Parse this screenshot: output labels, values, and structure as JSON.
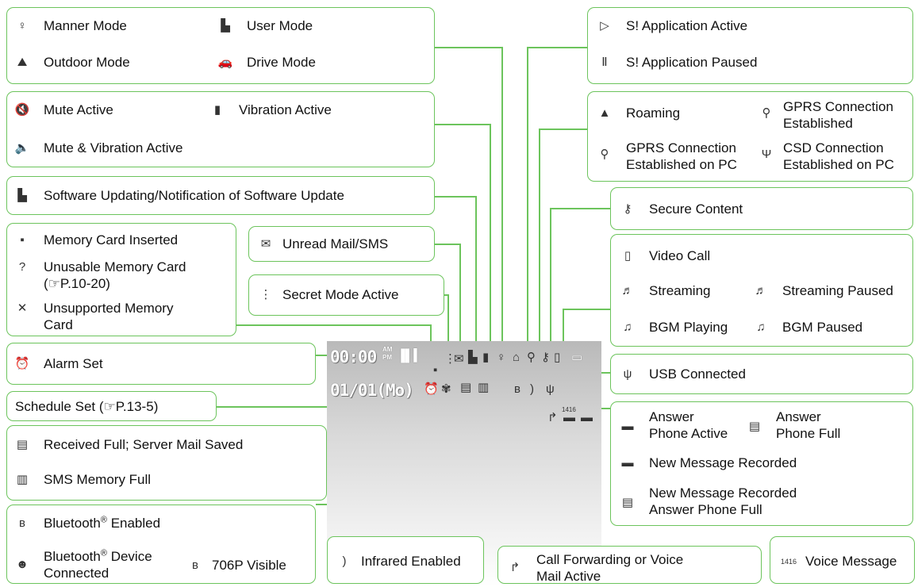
{
  "screen": {
    "time": "00:00",
    "ampm_top": "AM",
    "ampm_bottom": "PM",
    "date": "01/01(Mo)",
    "voicemail_count": "1416"
  },
  "groups": {
    "modes": {
      "manner": "Manner Mode",
      "user": "User Mode",
      "outdoor": "Outdoor Mode",
      "drive": "Drive Mode"
    },
    "mute": {
      "mute": "Mute Active",
      "vibration": "Vibration Active",
      "mute_vibration": "Mute & Vibration Active"
    },
    "software": {
      "update": "Software Updating/Notification of Software Update"
    },
    "memory": {
      "inserted": "Memory Card Inserted",
      "unusable": "Unusable Memory Card",
      "unusable_ref": "P.10-20",
      "unsupported": "Unsupported Memory Card"
    },
    "unread": {
      "label": "Unread Mail/SMS"
    },
    "secret": {
      "label": "Secret Mode Active"
    },
    "alarm": {
      "label": "Alarm Set"
    },
    "schedule": {
      "label": "Schedule Set",
      "ref": "P.13-5"
    },
    "mailfull": {
      "received": "Received Full; Server Mail Saved",
      "sms": "SMS Memory Full"
    },
    "bluetooth": {
      "enabled": "Bluetooth",
      "enabled_suffix": "Enabled",
      "device": "Bluetooth",
      "device_suffix": "Device",
      "device_line2": "Connected",
      "visible": "706P Visible",
      "reg": "®"
    },
    "infrared": {
      "label": "Infrared Enabled"
    },
    "callfwd": {
      "label": "Call Forwarding or Voice Mail Active"
    },
    "voicemsg": {
      "label": "Voice Message",
      "icon_text": "1416"
    },
    "app": {
      "active": "S! Application Active",
      "paused": "S! Application Paused"
    },
    "roaming": {
      "roaming": "Roaming",
      "gprs": "GPRS Connection Established",
      "gprs_pc": "GPRS Connection Established on PC",
      "csd_pc": "CSD Connection Established on PC"
    },
    "secure": {
      "label": "Secure Content"
    },
    "media": {
      "video": "Video Call",
      "streaming": "Streaming",
      "streaming_paused": "Streaming Paused",
      "bgm": "BGM Playing",
      "bgm_paused": "BGM Paused"
    },
    "usb": {
      "label": "USB Connected"
    },
    "answer": {
      "active": "Answer Phone Active",
      "full": "Answer Phone Full",
      "new": "New Message Recorded",
      "new_full": "New Message Recorded Answer Phone Full"
    }
  },
  "colors": {
    "border": "#6cc45c",
    "line": "#6cc45c"
  },
  "icons": [
    "manner-icon",
    "user-icon",
    "outdoor-icon",
    "drive-icon",
    "mute-icon",
    "vibration-icon",
    "mute-vibration-icon",
    "software-update-icon",
    "memory-card-icon",
    "unusable-card-icon",
    "unsupported-card-icon",
    "mail-icon",
    "secret-icon",
    "alarm-icon",
    "received-full-icon",
    "sms-full-icon",
    "bluetooth-icon",
    "bluetooth-device-icon",
    "visible-icon",
    "infrared-icon",
    "call-forward-icon",
    "voice-message-icon",
    "app-active-icon",
    "app-paused-icon",
    "roaming-icon",
    "gprs-icon",
    "gprs-pc-icon",
    "csd-pc-icon",
    "secure-icon",
    "video-call-icon",
    "streaming-icon",
    "streaming-paused-icon",
    "bgm-icon",
    "bgm-paused-icon",
    "usb-icon",
    "answer-active-icon",
    "answer-full-icon",
    "new-message-icon",
    "new-message-full-icon"
  ]
}
